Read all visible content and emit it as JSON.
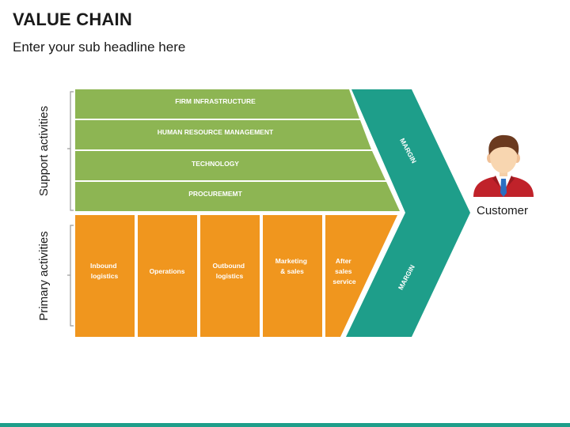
{
  "header": {
    "title": "VALUE CHAIN",
    "subtitle": "Enter your sub headline here"
  },
  "axis_labels": {
    "support": "Support activities",
    "primary": "Primary activities"
  },
  "support_activities": [
    "FIRM INFRASTRUCTURE",
    "HUMAN RESOURCE MANAGEMENT",
    "TECHNOLOGY",
    "PROCUREMEMT"
  ],
  "primary_activities": [
    [
      "Inbound",
      "logistics"
    ],
    [
      "Operations"
    ],
    [
      "Outbound",
      "logistics"
    ],
    [
      "Marketing",
      "& sales"
    ],
    [
      "After",
      "sales",
      "service"
    ]
  ],
  "margin": {
    "top_label": "MARGIN",
    "bottom_label": "MARGIN"
  },
  "customer": {
    "label": "Customer",
    "icon": "customer-person-icon"
  },
  "colors": {
    "support_green": "#8db553",
    "primary_orange": "#f0961e",
    "margin_teal": "#1e9e8a",
    "bracket": "#9a9a9a"
  }
}
